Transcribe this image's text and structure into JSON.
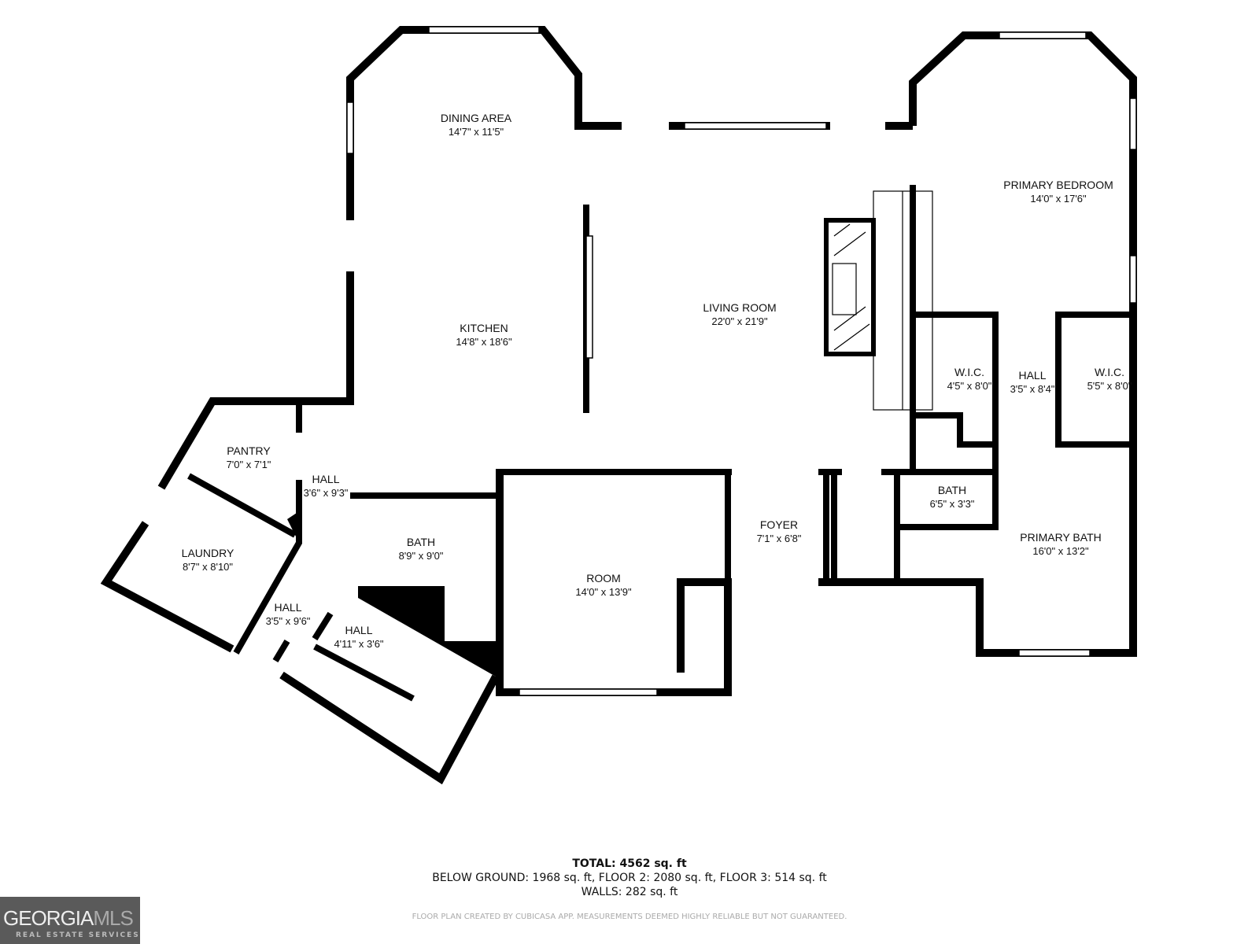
{
  "rooms": [
    {
      "name": "DINING AREA",
      "dim": "14'7\" x 11'5\""
    },
    {
      "name": "KITCHEN",
      "dim": "14'8\" x 18'6\""
    },
    {
      "name": "LIVING ROOM",
      "dim": "22'0\" x 21'9\""
    },
    {
      "name": "PRIMARY BEDROOM",
      "dim": "14'0\" x 17'6\""
    },
    {
      "name": "W.I.C.",
      "dim": "4'5\" x 8'0\""
    },
    {
      "name": "HALL",
      "dim": "3'5\" x 8'4\""
    },
    {
      "name": "W.I.C.",
      "dim": "5'5\" x 8'0\""
    },
    {
      "name": "PANTRY",
      "dim": "7'0\" x 7'1\""
    },
    {
      "name": "HALL",
      "dim": "3'6\" x 9'3\""
    },
    {
      "name": "LAUNDRY",
      "dim": "8'7\" x 8'10\""
    },
    {
      "name": "BATH",
      "dim": "8'9\" x 9'0\""
    },
    {
      "name": "ROOM",
      "dim": "14'0\" x 13'9\""
    },
    {
      "name": "FOYER",
      "dim": "7'1\" x 6'8\""
    },
    {
      "name": "BATH",
      "dim": "6'5\" x 3'3\""
    },
    {
      "name": "PRIMARY BATH",
      "dim": "16'0\" x 13'2\""
    },
    {
      "name": "HALL",
      "dim": "3'5\" x 9'6\""
    },
    {
      "name": "HALL",
      "dim": "4'11\" x 3'6\""
    }
  ],
  "summary": {
    "total": "TOTAL: 4562 sq. ft",
    "floors": "BELOW GROUND: 1968 sq. ft, FLOOR 2: 2080 sq. ft, FLOOR 3: 514 sq. ft",
    "walls": "WALLS: 282 sq. ft",
    "disclaimer": "FLOOR PLAN CREATED BY CUBICASA APP. MEASUREMENTS DEEMED HIGHLY RELIABLE BUT NOT GUARANTEED."
  },
  "logo": {
    "text_main": "GEORGIA",
    "text_accent": "MLS",
    "tagline": "REAL ESTATE SERVICES"
  }
}
